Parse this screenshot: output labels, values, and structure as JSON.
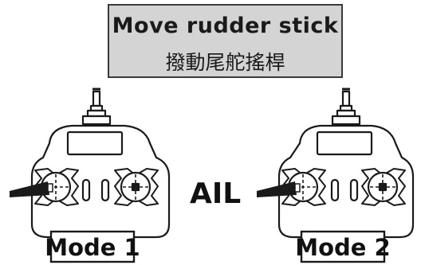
{
  "instruction": {
    "english": "Move rudder stick",
    "chinese": "撥動尾舵搖桿"
  },
  "center_label": "AIL",
  "transmitters": [
    {
      "mode_label": "Mode 1",
      "highlighted_stick": "left"
    },
    {
      "mode_label": "Mode 2",
      "highlighted_stick": "left"
    }
  ],
  "colors": {
    "title_box_fill": "#d4d4d4",
    "outline": "#1a1a1a",
    "stick_fill": "#1a1a1a"
  }
}
